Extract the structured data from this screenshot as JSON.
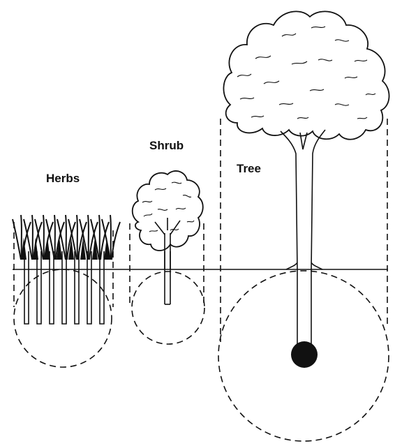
{
  "labels": {
    "herbs": "Herbs",
    "shrub": "Shrub",
    "tree": "Tree"
  },
  "colors": {
    "ink": "#111111",
    "background": "#ffffff"
  }
}
